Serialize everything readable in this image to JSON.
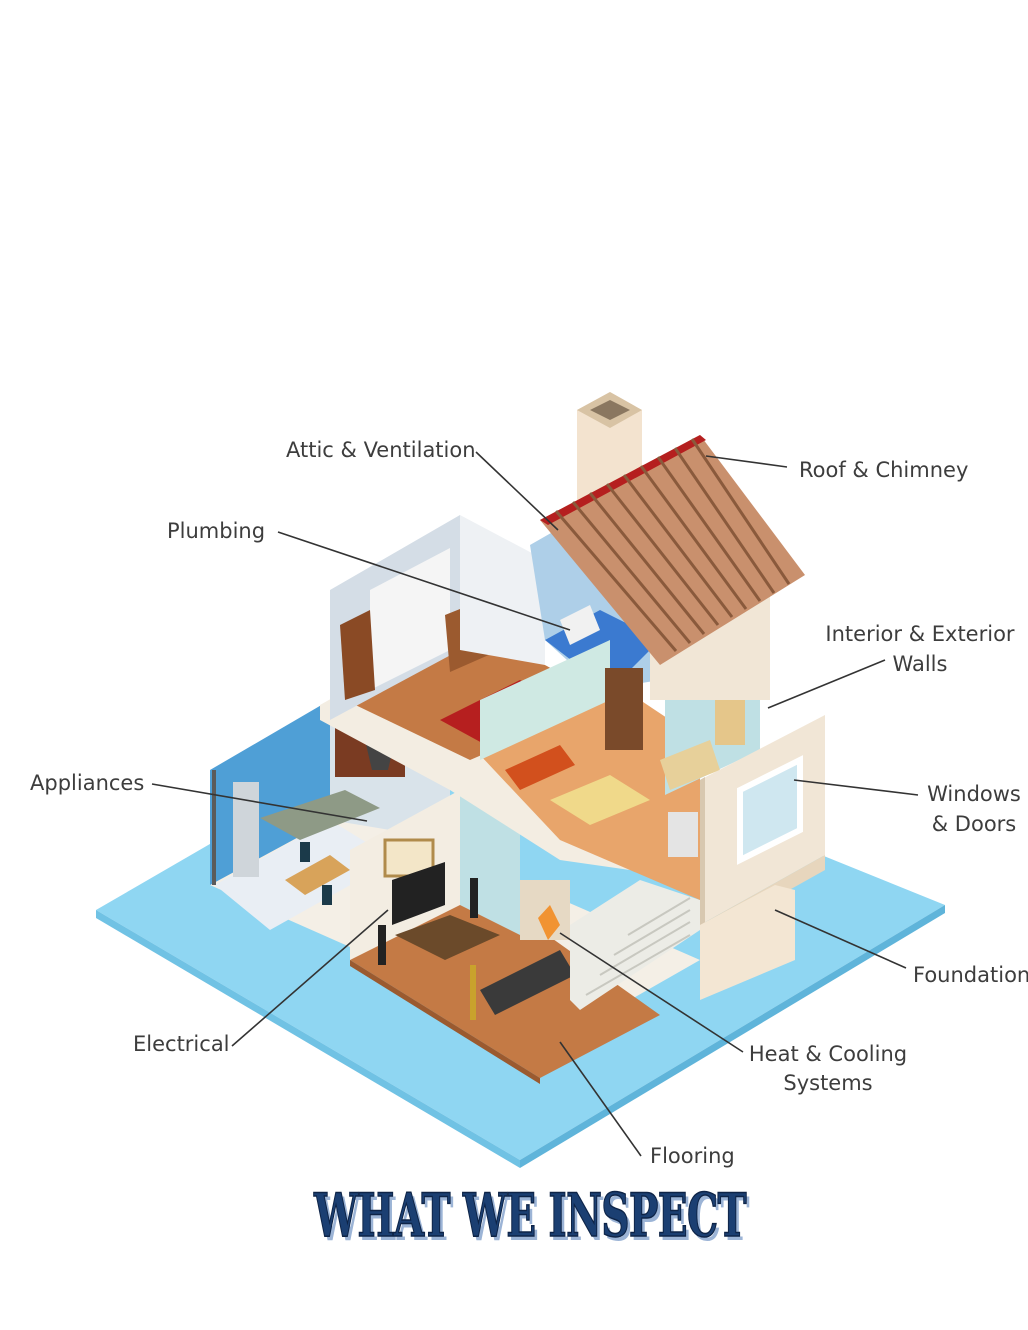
{
  "title": "WHAT WE INSPECT",
  "labels": {
    "attic": "Attic & Ventilation",
    "roof": "Roof & Chimney",
    "plumbing": "Plumbing",
    "walls_1": "Interior & Exterior",
    "walls_2": "Walls",
    "appliances": "Appliances",
    "windows_1": "Windows",
    "windows_2": "& Doors",
    "foundation": "Foundation",
    "electrical": "Electrical",
    "heat_1": "Heat & Cooling",
    "heat_2": "Systems",
    "flooring": "Flooring"
  },
  "colors": {
    "base_water": "#8fd6f2",
    "title": "#1b3f72",
    "wall_cream": "#f1e6d6",
    "roof_tile": "#c9906d",
    "floor_wood": "#c47a45"
  }
}
